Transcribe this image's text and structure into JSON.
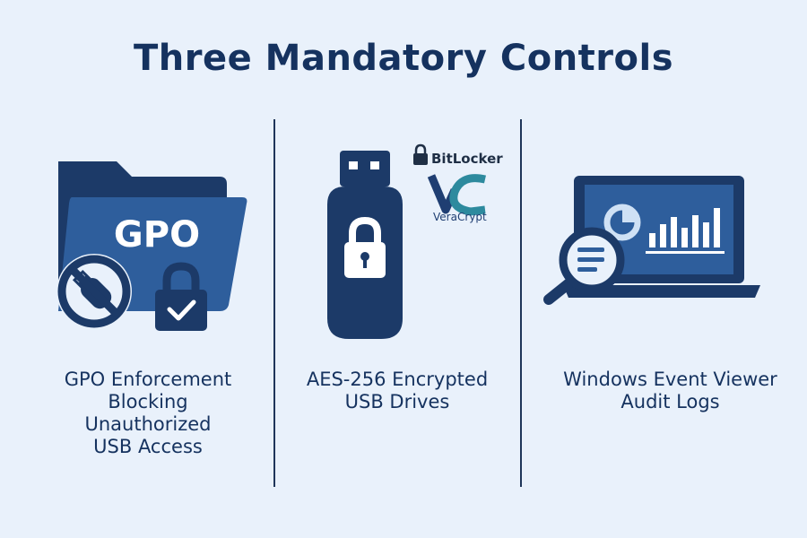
{
  "title": "Three Mandatory Controls",
  "colors": {
    "background": "#e9f1fb",
    "navy": "#1c3a68",
    "blue": "#2e5e9c",
    "text": "#15325f"
  },
  "columns": [
    {
      "icon": "gpo-folder-icon",
      "folder_label": "GPO",
      "caption_lines": [
        "GPO Enforcement",
        "Blocking",
        "Unauthorized",
        "USB Access"
      ]
    },
    {
      "icon": "encrypted-usb-drive-icon",
      "brands": [
        "BitLocker",
        "VeraCrypt"
      ],
      "caption_lines": [
        "AES-256 Encrypted",
        "USB Drives"
      ]
    },
    {
      "icon": "laptop-audit-icon",
      "caption_lines": [
        "Windows Event Viewer",
        "Audit Logs"
      ]
    }
  ]
}
